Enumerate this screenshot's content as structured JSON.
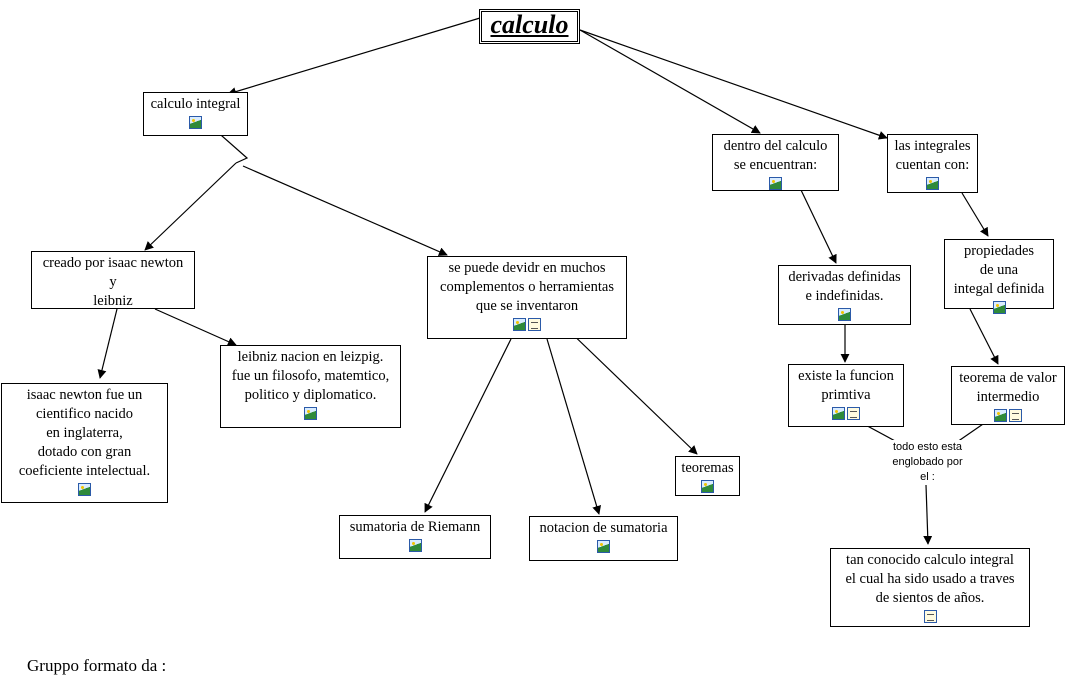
{
  "title": "calculo",
  "nodes": {
    "calculo_integral": "calculo integral",
    "creado_por": "creado por isaac newton\ny\nleibniz",
    "se_puede_dividir": "se puede devidr en muchos\ncomplementos o herramientas\nque se inventaron",
    "isaac_newton": "isaac newton fue un\ncientifico nacido\nen inglaterra,\ndotado con gran\ncoeficiente intelectual.",
    "leibniz": "leibniz nacion en leizpig.\nfue un filosofo, matemtico,\npolitico y diplomatico.",
    "sumatoria_riemann": "sumatoria de Riemann",
    "notacion_sumatoria": "notacion de sumatoria",
    "teoremas": "teoremas",
    "dentro_del_calculo": "dentro del calculo\nse encuentran:",
    "integrales_cuentan": "las integrales\ncuentan con:",
    "derivadas": "derivadas definidas\ne indefinidas.",
    "propiedades": "propiedades\nde una\nintegal definida",
    "funcion_primitiva": "existe la funcion\nprimtiva",
    "teorema_valor": "teorema de valor\nintermedio",
    "tan_conocido": "tan conocido calculo integral\nel cual ha sido usado a traves\nde sientos de años."
  },
  "link_label": "todo esto esta\nenglobado por\nel :",
  "footer": "Gruppo formato da :",
  "icons": {
    "image": "image-resource-icon",
    "doc": "document-resource-icon"
  }
}
